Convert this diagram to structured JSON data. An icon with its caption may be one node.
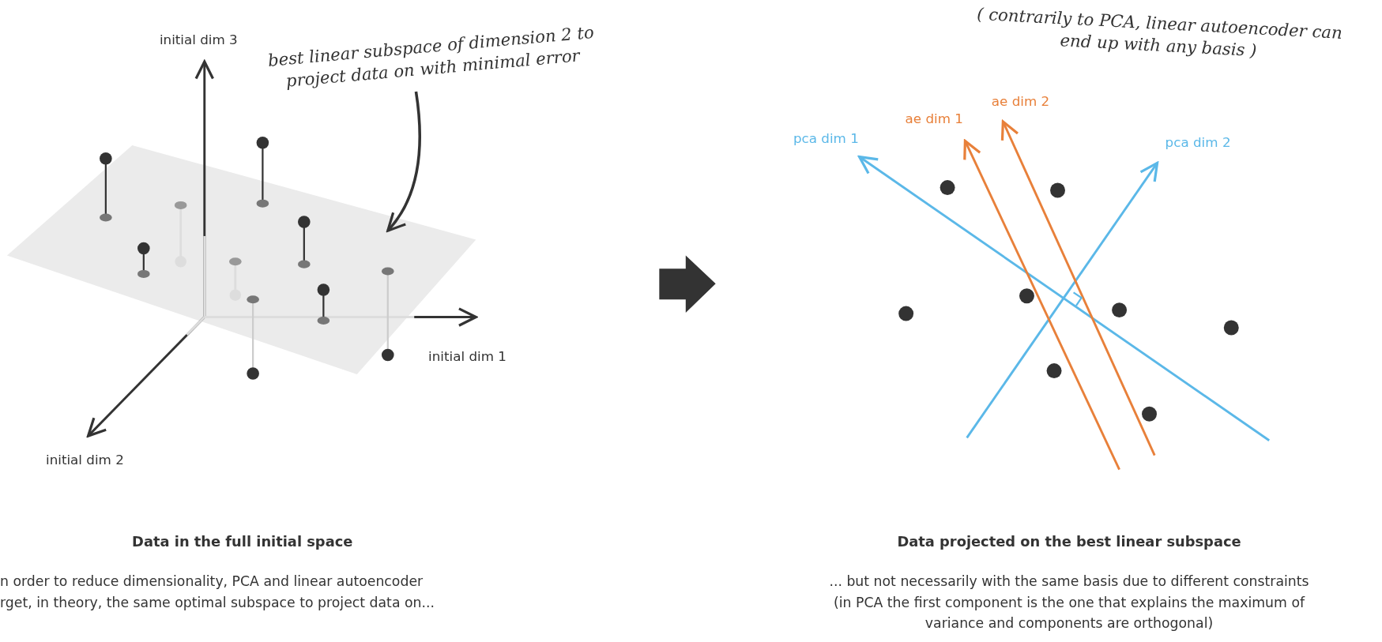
{
  "diagram": {
    "nodes": [
      {
        "text": [
          "best linear subspace of dimension 2 to project data on with minimal error"
        ]
      },
      {
        "text": [],
        "shape": "parallelogram"
      }
    ],
    "edges": [
      {
        "from": 0,
        "to": 1,
        "arrow": "to"
      }
    ],
    "labels": [
      "initial dim 3",
      "initial dim 1",
      "initial dim 2",
      "( contrarily to PCA, linear autoencoder can end up with any basis )",
      "ae dim 2",
      "ae dim 1",
      "pca dim 1",
      "pca dim 2",
      "Data in the full initial space",
      "Data projected on the best linear subspace",
      "n order to reduce dimensionality, PCA and linear autoencoder rget, in theory, the same optimal subspace to project data on...",
      "... but not necessarily with the same basis due to different constraints (in PCA the first component is the one that explains the maximum of variance and components are orthogonal)"
    ]
  }
}
